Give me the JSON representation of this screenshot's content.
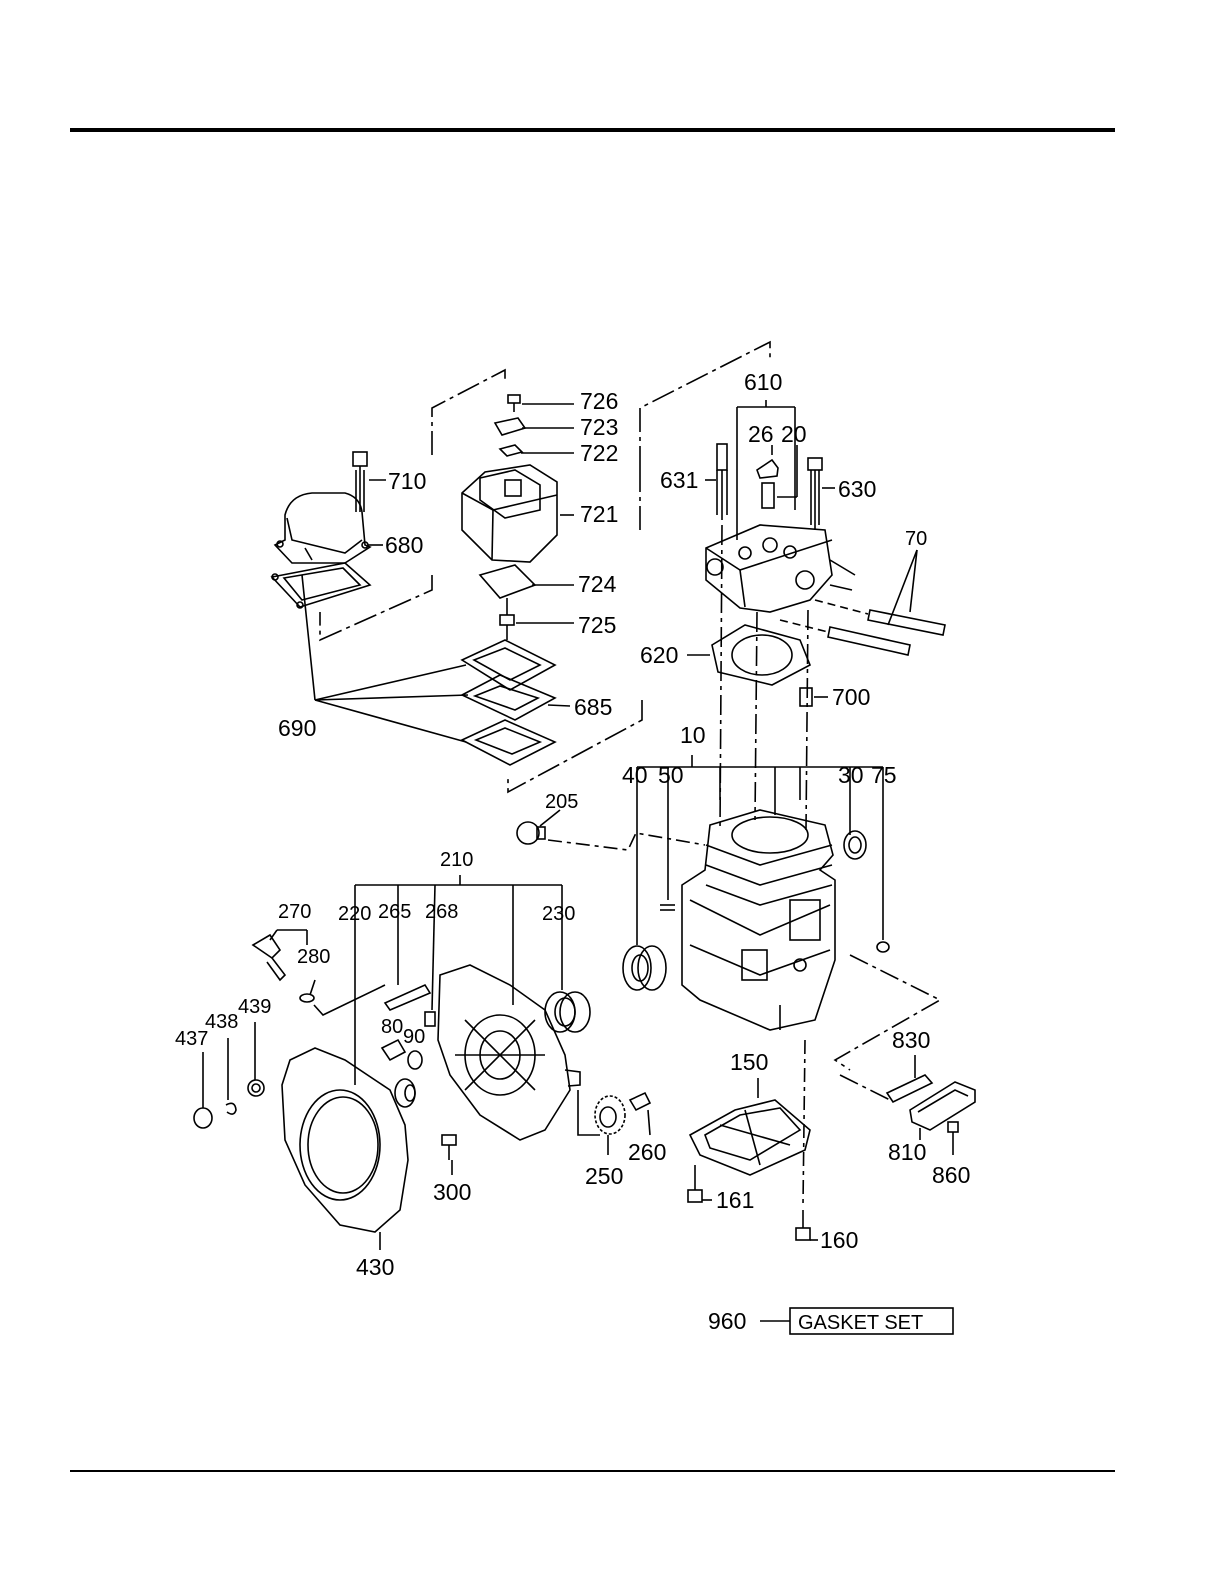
{
  "labels": {
    "p726": "726",
    "p723": "723",
    "p722": "722",
    "p710": "710",
    "p721": "721",
    "p680": "680",
    "p724": "724",
    "p725": "725",
    "p690": "690",
    "p685": "685",
    "p610": "610",
    "p26": "26",
    "p20": "20",
    "p631": "631",
    "p630": "630",
    "p70": "70",
    "p620": "620",
    "p700": "700",
    "p10": "10",
    "p40": "40",
    "p50": "50",
    "p30": "30",
    "p75": "75",
    "p205": "205",
    "p210": "210",
    "p220": "220",
    "p265": "265",
    "p268": "268",
    "p230": "230",
    "p270": "270",
    "p280": "280",
    "p439": "439",
    "p438": "438",
    "p437": "437",
    "p80": "80",
    "p90": "90",
    "p430": "430",
    "p300": "300",
    "p250": "250",
    "p260": "260",
    "p150": "150",
    "p161": "161",
    "p160": "160",
    "p830": "830",
    "p810": "810",
    "p860": "860",
    "p960": "960"
  },
  "gasket_set": "GASKET SET"
}
